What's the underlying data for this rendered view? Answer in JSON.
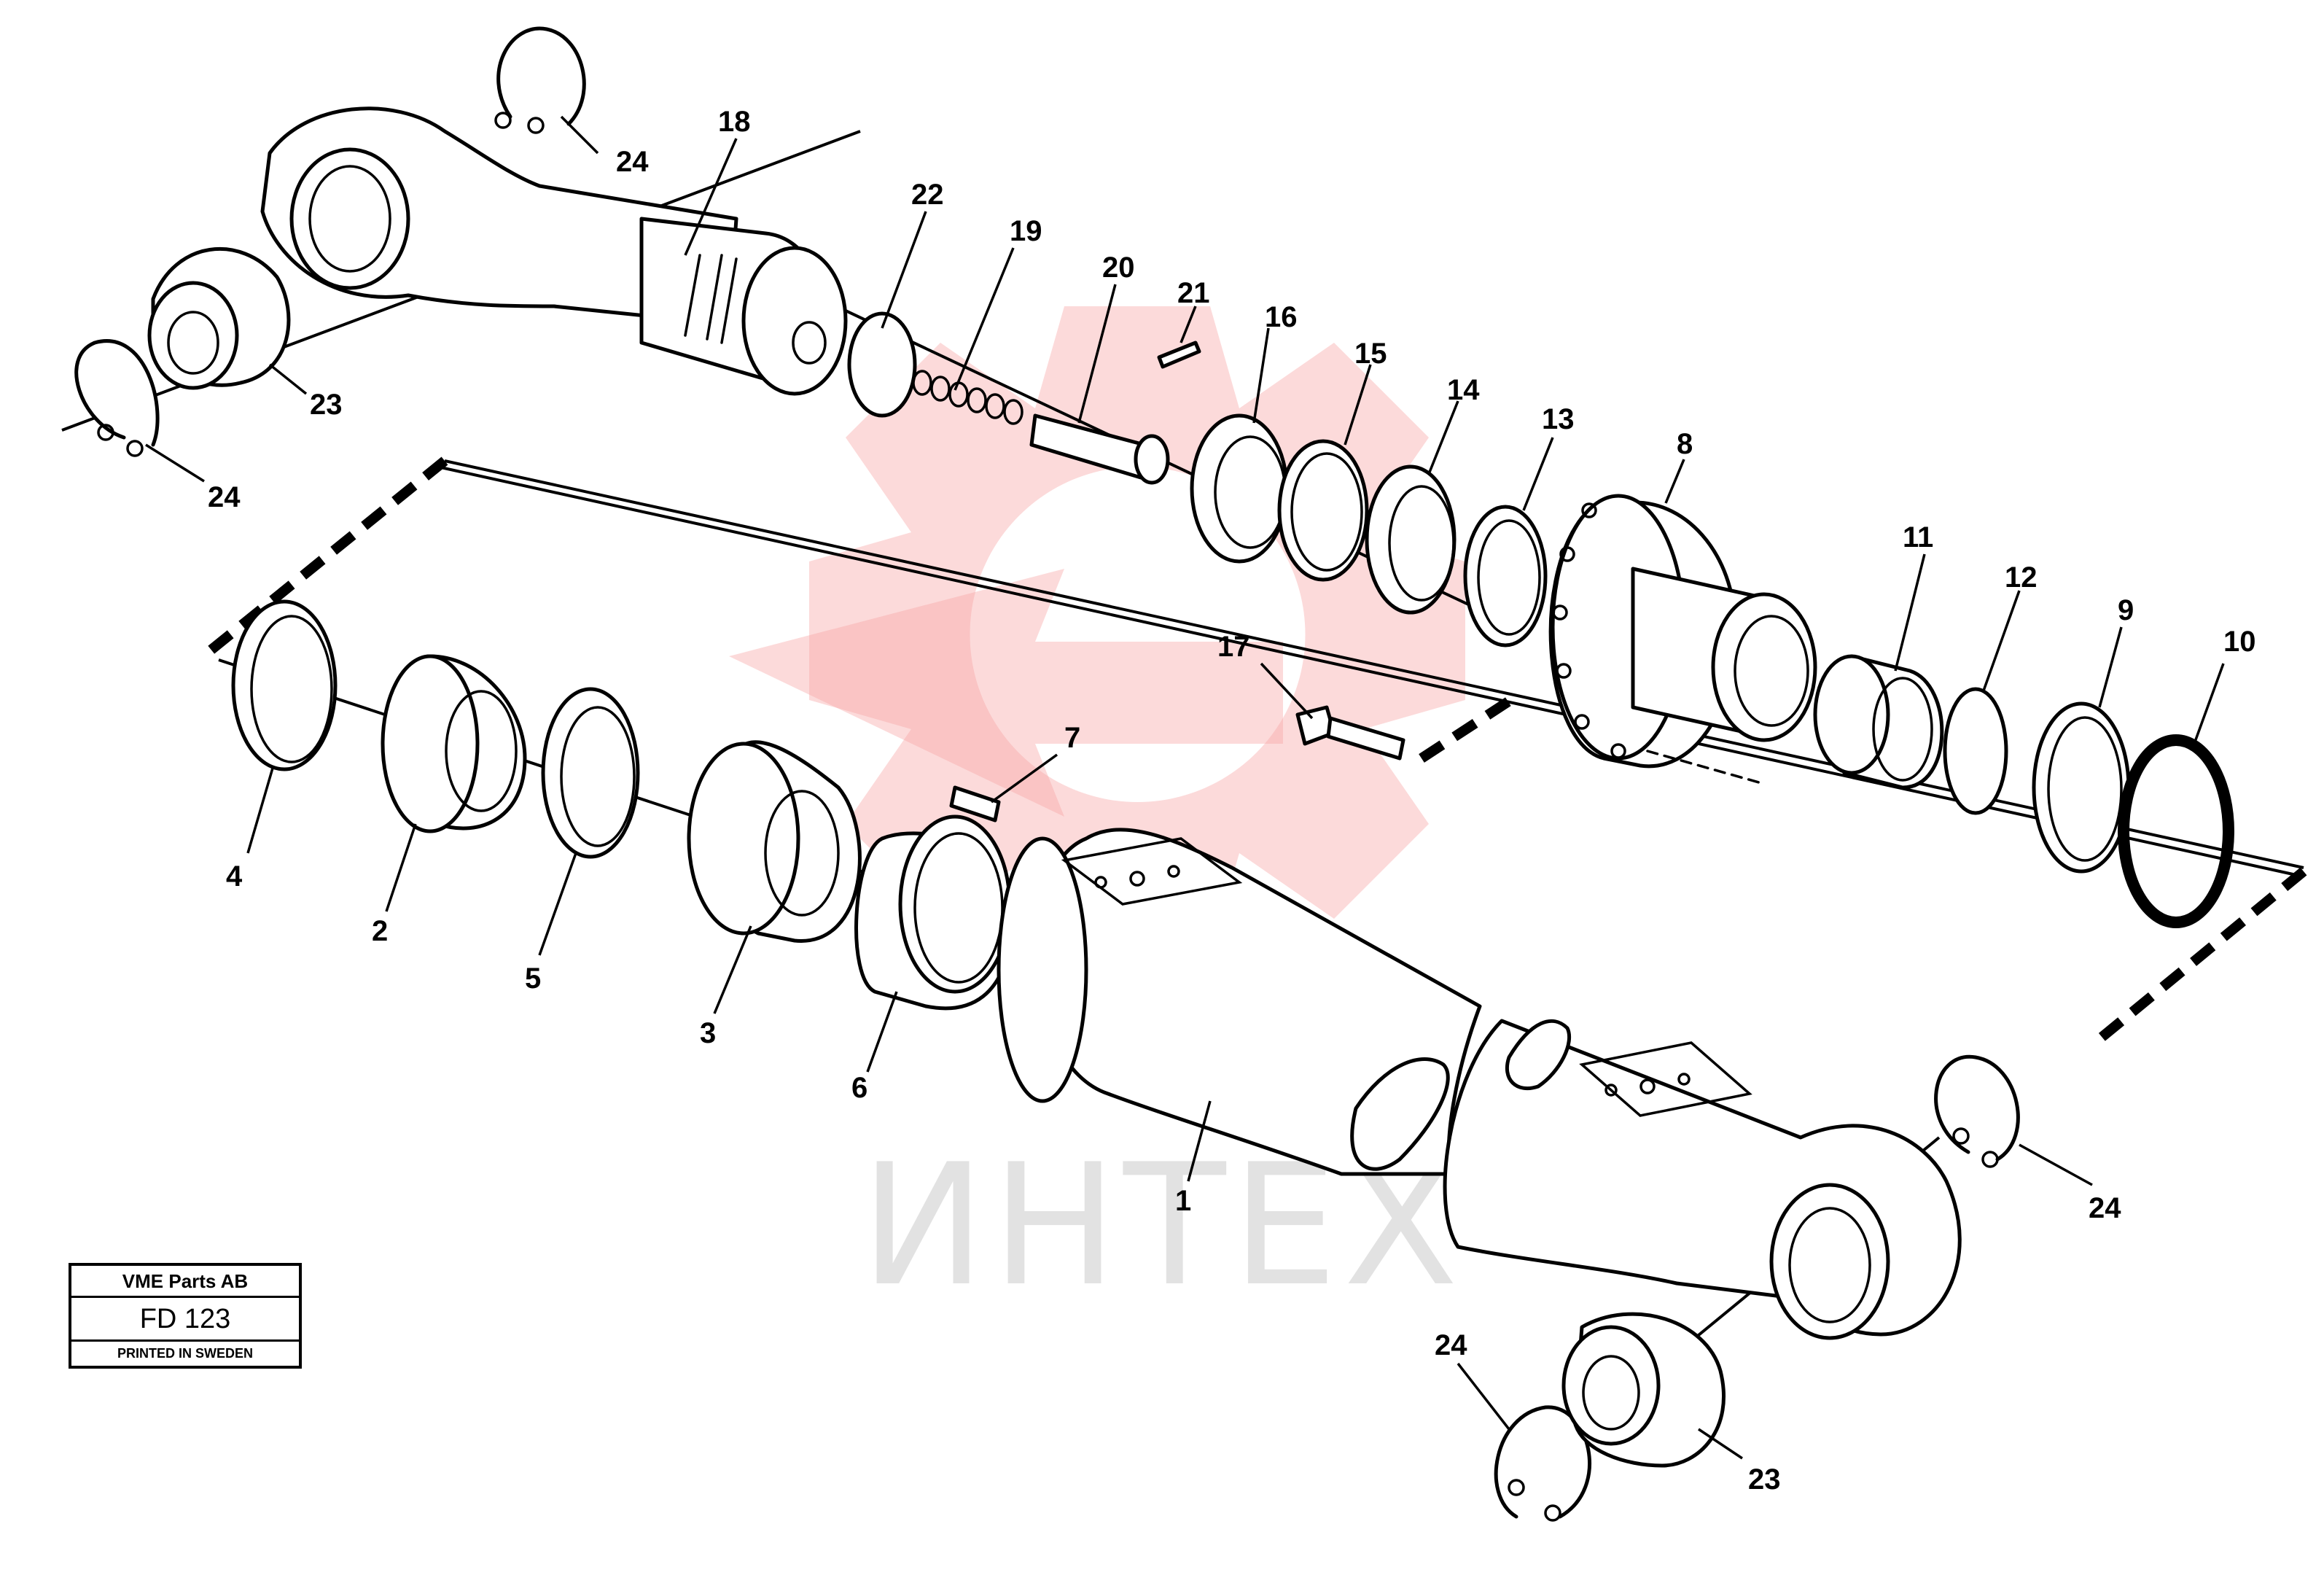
{
  "title_block": {
    "company": "VME Parts AB",
    "code": "FD 123",
    "note": "PRINTED IN SWEDEN"
  },
  "watermark": {
    "text": "ИНТЕХ",
    "color": "#f7a6a6"
  },
  "callouts": {
    "c1": "1",
    "c2": "2",
    "c3": "3",
    "c4": "4",
    "c5": "5",
    "c6": "6",
    "c7": "7",
    "c8": "8",
    "c9": "9",
    "c10": "10",
    "c11": "11",
    "c12": "12",
    "c13": "13",
    "c14": "14",
    "c15": "15",
    "c16": "16",
    "c17": "17",
    "c18": "18",
    "c19": "19",
    "c20": "20",
    "c21": "21",
    "c22": "22",
    "c23a": "23",
    "c23b": "23",
    "c24a": "24",
    "c24b": "24",
    "c24c": "24",
    "c24d": "24"
  }
}
